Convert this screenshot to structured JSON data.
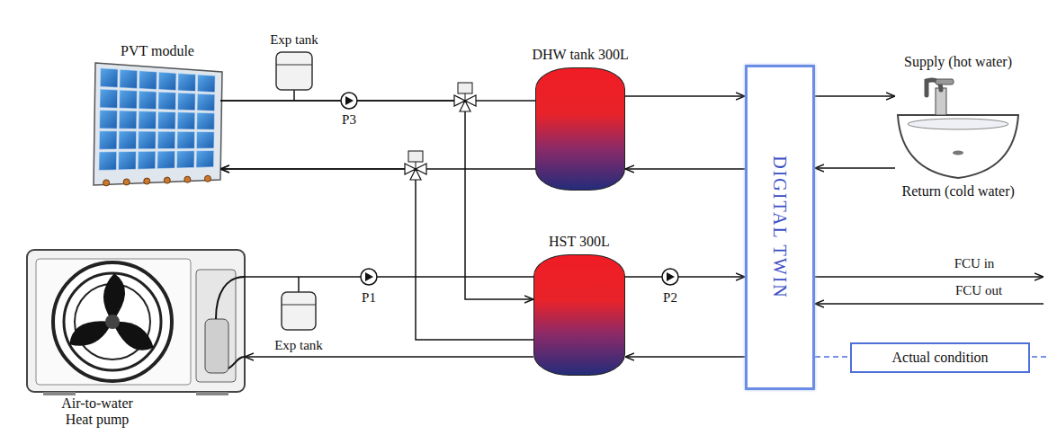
{
  "diagram": {
    "nodes": [
      {
        "text": [
          "PVT module"
        ]
      },
      {
        "text": [
          "DHW tank 300L"
        ]
      },
      {
        "text": [
          "HST 300L"
        ]
      },
      {
        "text": [
          "Air-to-water Heat pump"
        ]
      },
      {
        "text": [
          "DIGITAL TWIN"
        ]
      },
      {
        "text": [
          "Supply (hot water)",
          "Return (cold water)"
        ]
      },
      {
        "text": [
          "Actual condition"
        ]
      }
    ],
    "edges": [
      {
        "from": 0,
        "to": 1,
        "arrow": "none"
      },
      {
        "from": 1,
        "to": 0,
        "arrow": "to"
      },
      {
        "from": 0,
        "to": 2,
        "arrow": "to"
      },
      {
        "from": 2,
        "to": 0,
        "arrow": "to"
      },
      {
        "from": 1,
        "to": 4,
        "arrow": "to"
      },
      {
        "from": 4,
        "to": 1,
        "arrow": "to"
      },
      {
        "from": 4,
        "to": 5,
        "arrow": "to"
      },
      {
        "from": 5,
        "to": 4,
        "arrow": "to"
      },
      {
        "from": 3,
        "to": 2,
        "arrow": "none"
      },
      {
        "from": 2,
        "to": 3,
        "arrow": "to"
      },
      {
        "from": 2,
        "to": 4,
        "arrow": "to"
      },
      {
        "from": 4,
        "to": 2,
        "arrow": "to"
      },
      {
        "from": 4,
        "to": 6,
        "arrow": "none"
      }
    ],
    "labels": [
      "Exp tank",
      "P3",
      "Exp tank",
      "P1",
      "P2",
      "FCU in",
      "FCU out"
    ]
  }
}
